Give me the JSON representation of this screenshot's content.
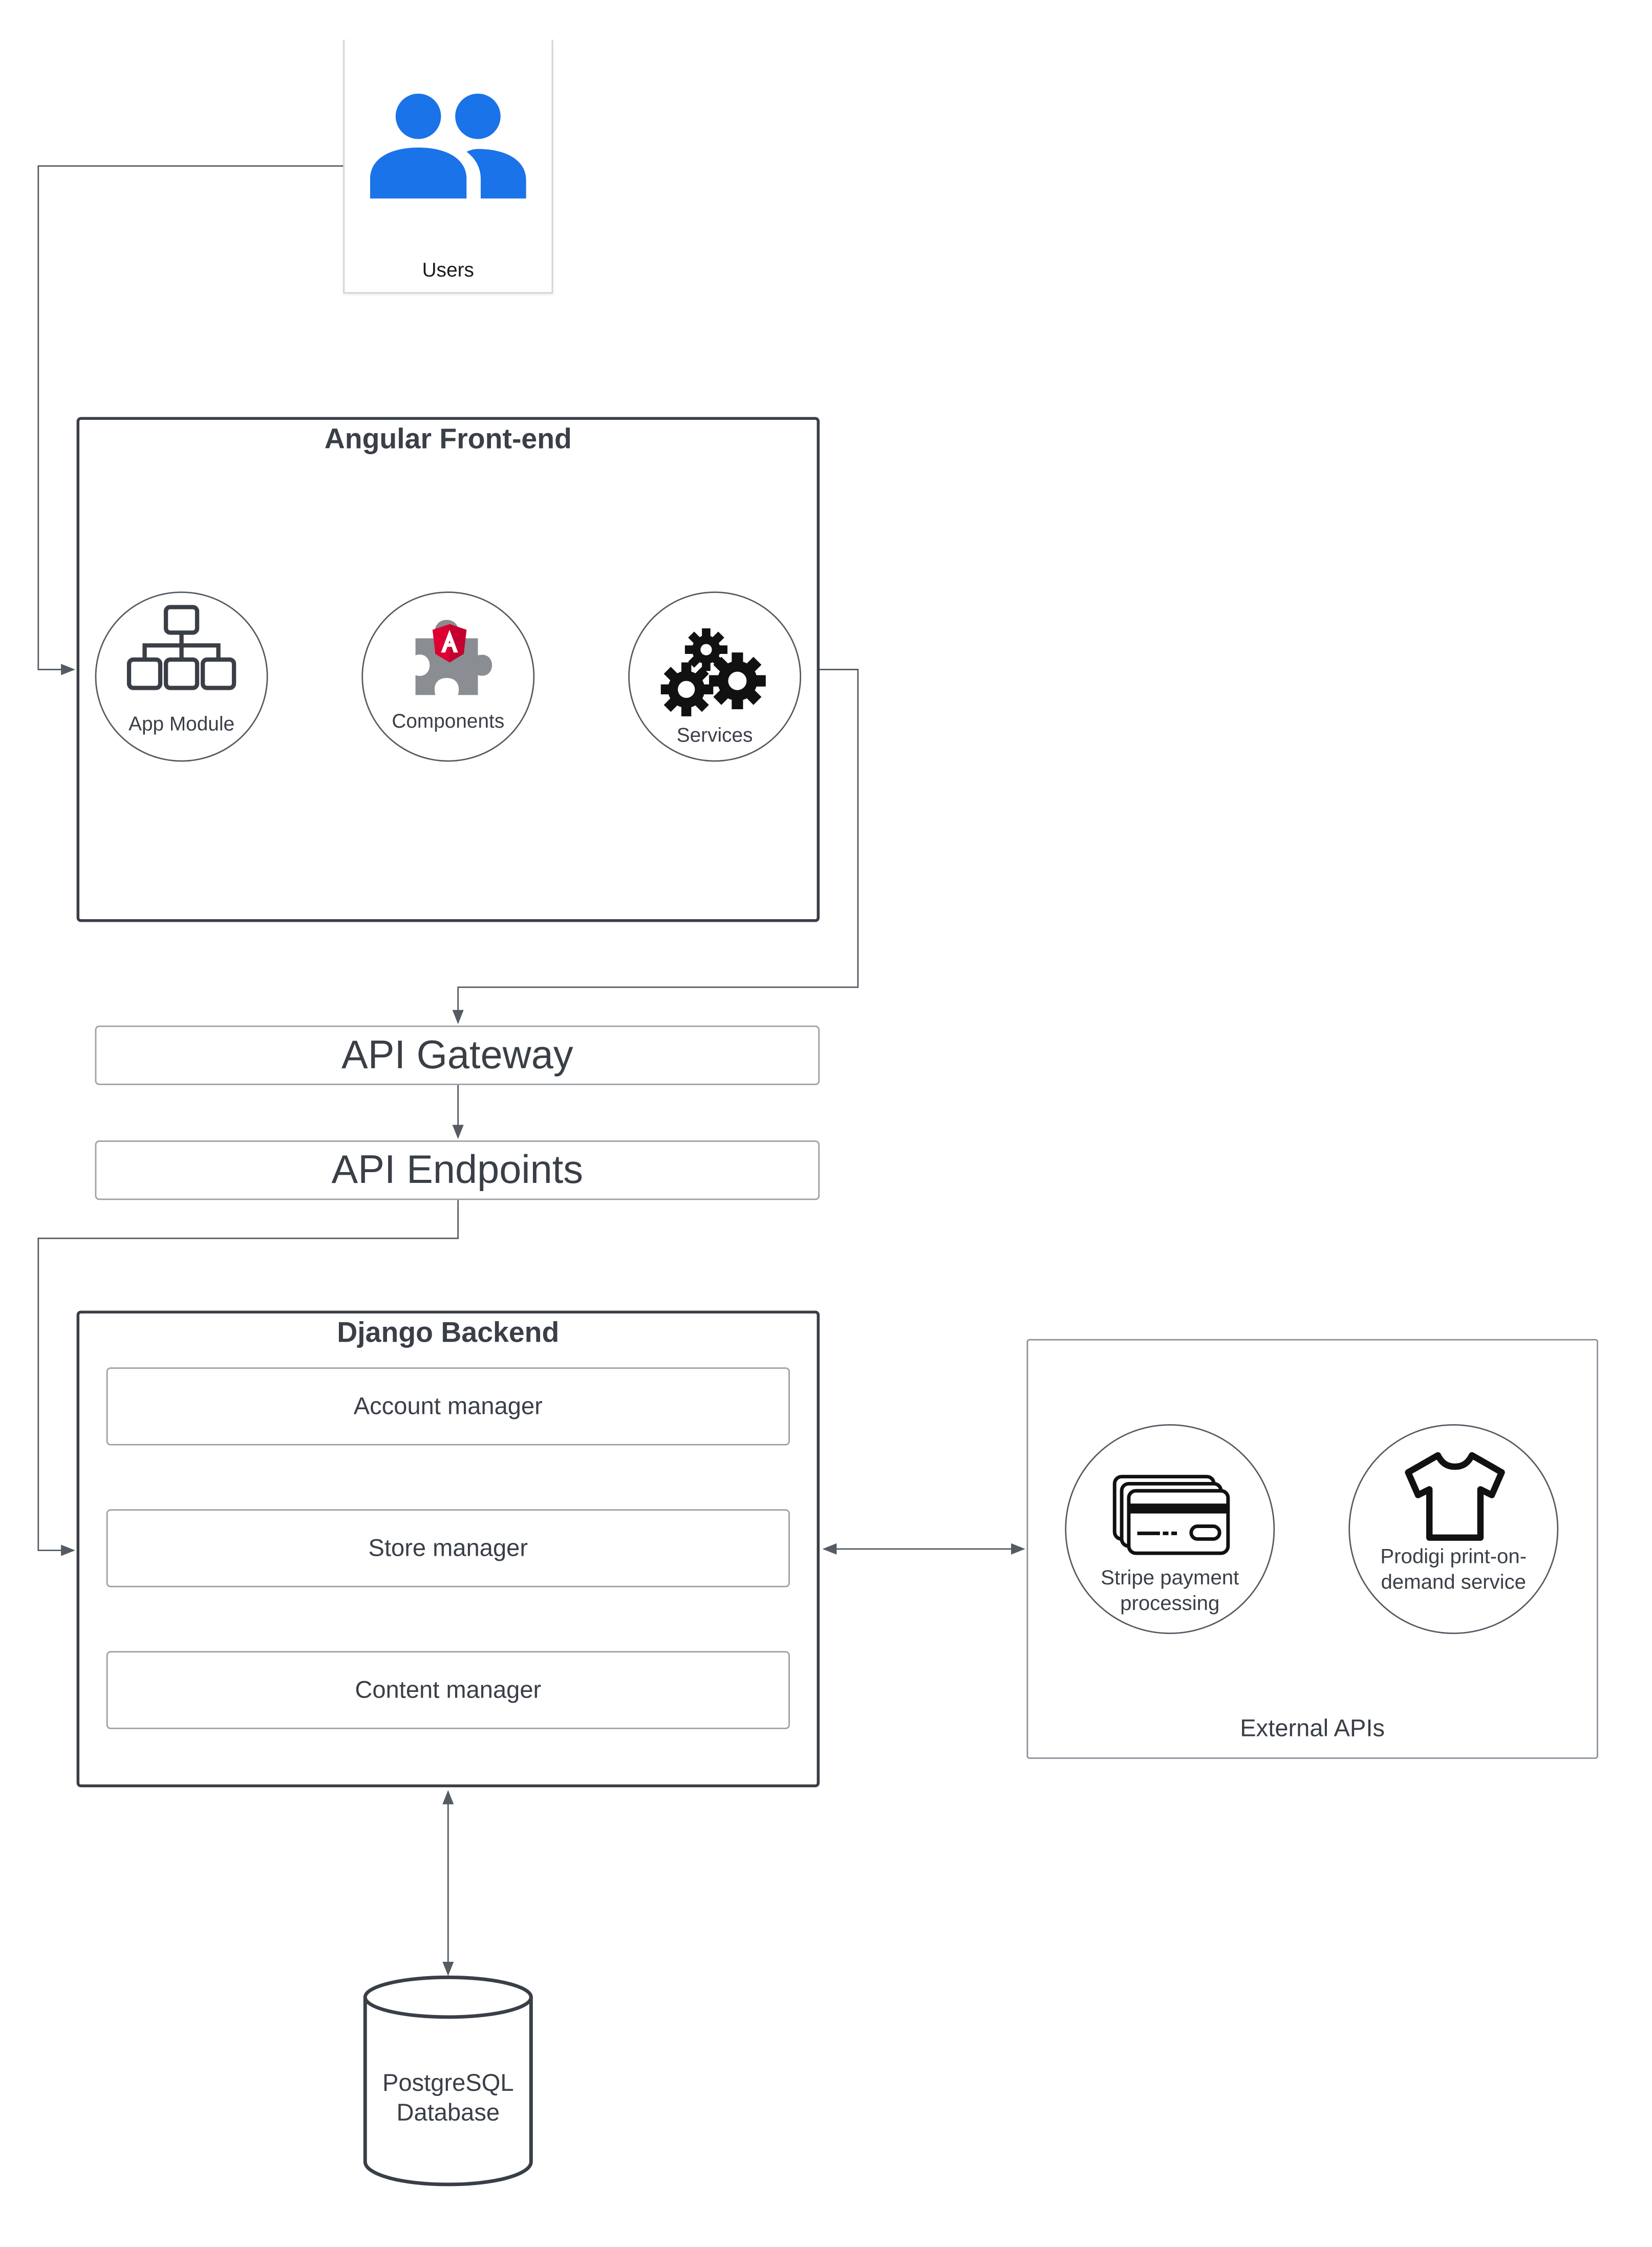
{
  "users": {
    "label": "Users",
    "icon": "users-icon"
  },
  "frontend": {
    "title": "Angular Front-end",
    "nodes": [
      {
        "label": "App Module",
        "icon": "sitemap-icon"
      },
      {
        "label": "Components",
        "icon": "angular-puzzle-icon"
      },
      {
        "label": "Services",
        "icon": "gears-icon"
      }
    ]
  },
  "gateway": {
    "label": "API Gateway"
  },
  "endpoints": {
    "label": "API Endpoints"
  },
  "backend": {
    "title": "Django Backend",
    "managers": [
      "Account manager",
      "Store manager",
      "Content manager"
    ]
  },
  "external": {
    "title": "External APIs",
    "services": [
      {
        "label": "Stripe payment processing",
        "icon": "credit-card-icon"
      },
      {
        "label": "Prodigi print-on-demand service",
        "icon": "tshirt-icon"
      }
    ]
  },
  "database": {
    "label": "PostgreSQL Database",
    "icon": "database-cylinder-icon"
  },
  "colors": {
    "users_icon": "#1a73e8",
    "angular_red": "#dd0031",
    "line": "#555b63"
  }
}
